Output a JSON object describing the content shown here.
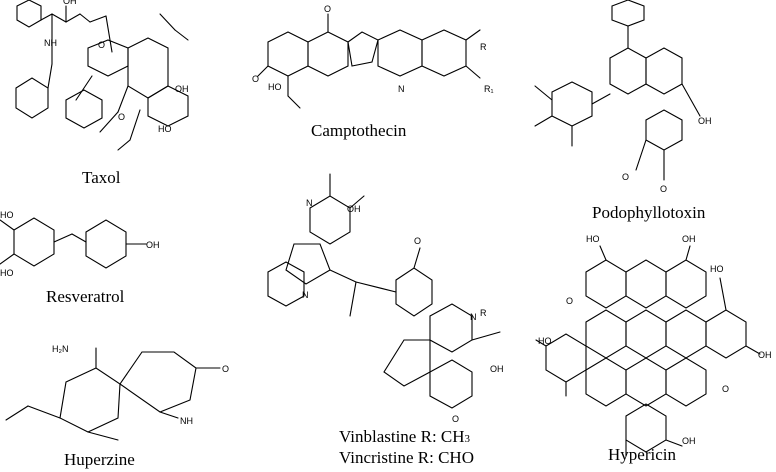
{
  "molecules": [
    {
      "name": "Taxol"
    },
    {
      "name": "Camptothecin"
    },
    {
      "name": "Podophyllotoxin"
    },
    {
      "name": "Resveratrol"
    },
    {
      "name": "Huperzine"
    },
    {
      "name": "Hypericin"
    }
  ],
  "vinca": {
    "line1": "Vinblastine R: CH",
    "line1_sub": "3",
    "line2": "Vincristine R: CHO"
  },
  "atoms": {
    "O": "O",
    "OH": "OH",
    "HO": "HO",
    "NH": "NH",
    "N": "N",
    "H2N": "H₂N",
    "R": "R",
    "R1": "R₁"
  }
}
